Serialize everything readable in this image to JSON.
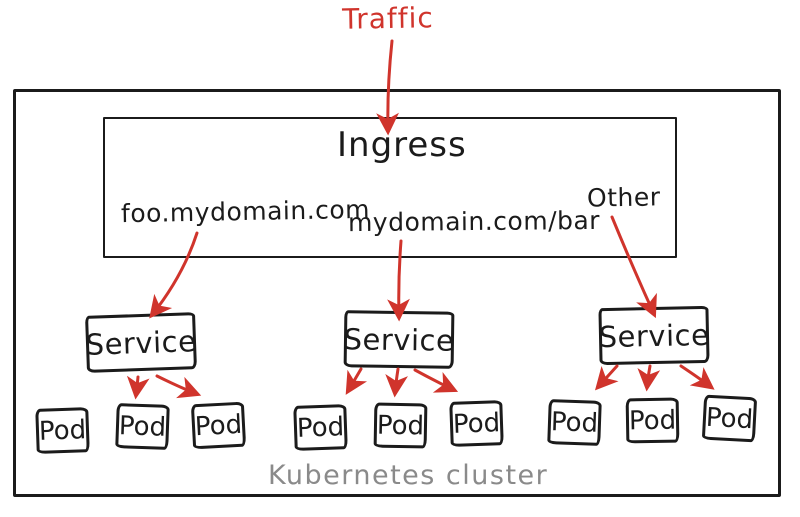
{
  "diagram": {
    "traffic_label": "Traffic",
    "cluster_label": "Kubernetes cluster",
    "ingress": {
      "title": "Ingress",
      "rules": [
        {
          "label": "foo.mydomain.com"
        },
        {
          "label": "mydomain.com/bar"
        },
        {
          "label": "Other"
        }
      ]
    },
    "services": [
      {
        "label": "Service",
        "pods": [
          "Pod",
          "Pod",
          "Pod"
        ]
      },
      {
        "label": "Service",
        "pods": [
          "Pod",
          "Pod",
          "Pod"
        ]
      },
      {
        "label": "Service",
        "pods": [
          "Pod",
          "Pod",
          "Pod"
        ]
      }
    ],
    "colors": {
      "arrow": "#d0342c",
      "stroke": "#1b1b1b",
      "cluster_label": "#8a8a8a",
      "background": "#ffffff"
    }
  }
}
